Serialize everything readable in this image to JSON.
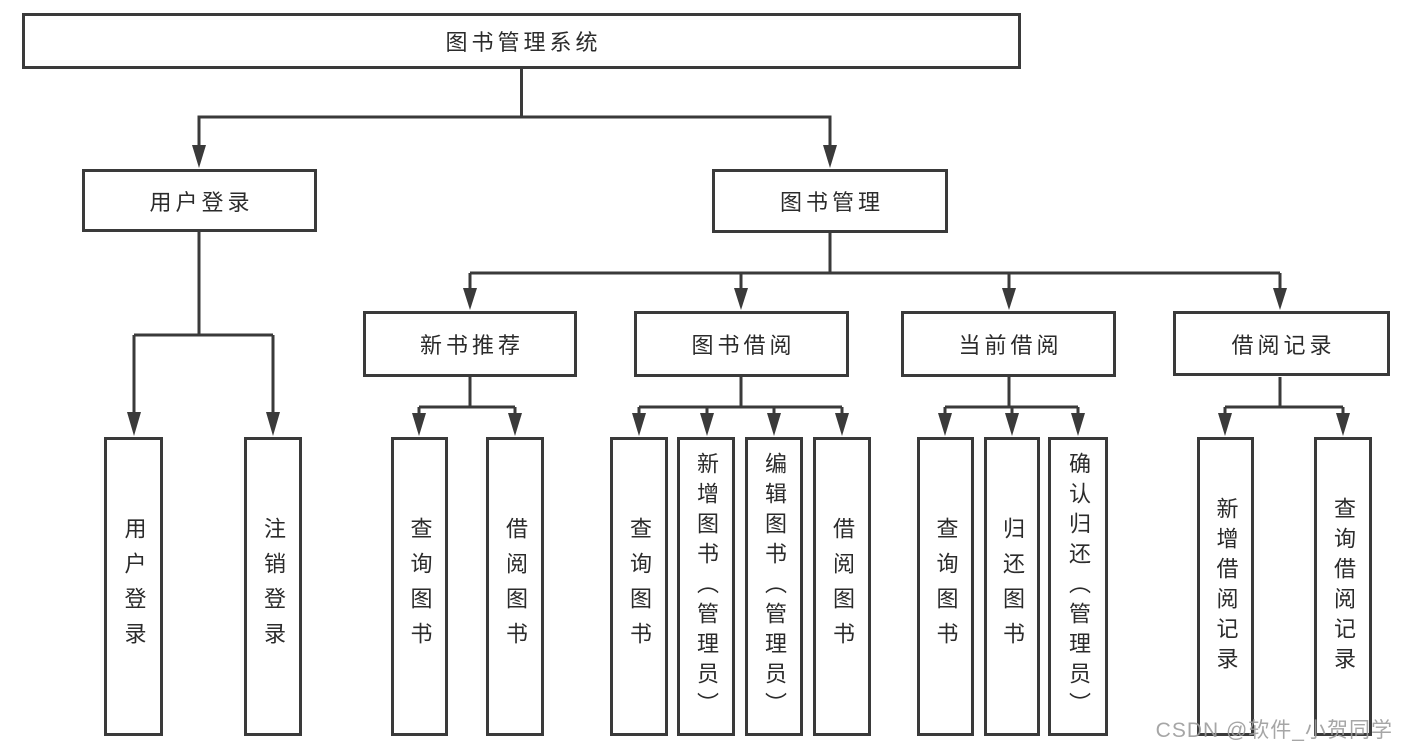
{
  "tree": {
    "label": "图书管理系统",
    "children": [
      {
        "label": "用户登录",
        "children": [
          {
            "label": "用户登录"
          },
          {
            "label": "注销登录"
          }
        ]
      },
      {
        "label": "图书管理",
        "children": [
          {
            "label": "新书推荐",
            "children": [
              {
                "label": "查询图书"
              },
              {
                "label": "借阅图书"
              }
            ]
          },
          {
            "label": "图书借阅",
            "children": [
              {
                "label": "查询图书"
              },
              {
                "label": "新增图书（管理员）"
              },
              {
                "label": "编辑图书（管理员）"
              },
              {
                "label": "借阅图书"
              }
            ]
          },
          {
            "label": "当前借阅",
            "children": [
              {
                "label": "查询图书"
              },
              {
                "label": "归还图书"
              },
              {
                "label": "确认归还（管理员）"
              }
            ]
          },
          {
            "label": "借阅记录",
            "children": [
              {
                "label": "新增借阅记录"
              },
              {
                "label": "查询借阅记录"
              }
            ]
          }
        ]
      }
    ]
  },
  "watermark": {
    "text": "CSDN @软件_小贺同学"
  },
  "colors": {
    "line": "#3a3a3a",
    "text": "#2b2b2b",
    "watermark": "#9d9d9d",
    "background": "#ffffff"
  }
}
